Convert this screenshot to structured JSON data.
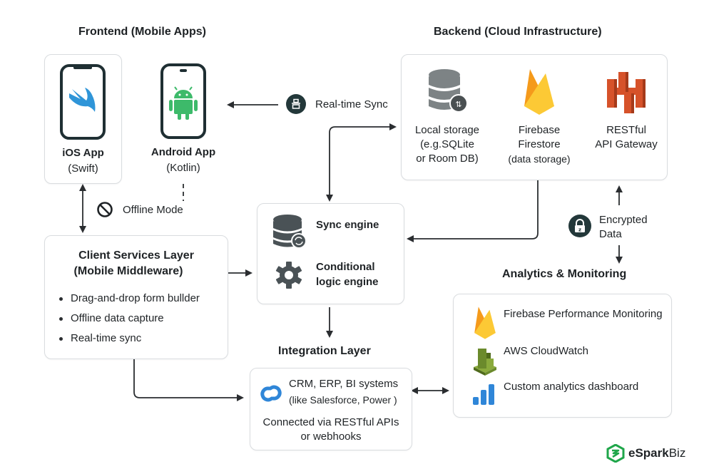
{
  "frontend": {
    "title": "Frontend (Mobile Apps)",
    "ios": {
      "name": "iOS App",
      "lang": "(Swift)",
      "icon": "swift-icon"
    },
    "android": {
      "name": "Android App",
      "lang": "(Kotlin)",
      "icon": "android-icon"
    }
  },
  "backend": {
    "title": "Backend (Cloud Infrastructure)",
    "items": [
      {
        "line1": "Local storage",
        "line2": "(e.g.SQLite",
        "line3": "or Room DB)",
        "icon": "database-sync-icon"
      },
      {
        "line1": "Firebase",
        "line2": "Firestore",
        "line3": "(data storage)",
        "icon": "firebase-icon"
      },
      {
        "line1": "RESTful",
        "line2": "API Gateway",
        "line3": "",
        "icon": "api-gateway-icon"
      }
    ]
  },
  "connectors": {
    "realtime_sync": "Real-time Sync",
    "offline_mode": "Offline Mode",
    "encrypted_line1": "Encrypted",
    "encrypted_line2": "Data"
  },
  "client_services": {
    "title_line1": "Client Services Layer",
    "title_line2": "(Mobile Middleware)",
    "bullets": [
      "Drag-and-drop form bullder",
      "Offline data capture",
      "Real-time sync"
    ]
  },
  "engine": {
    "sync": "Sync engine",
    "conditional_line1": "Conditional",
    "conditional_line2": "logic engine"
  },
  "integration": {
    "title": "Integration Layer",
    "line1": "CRM, ERP, BI systems",
    "line2": "(like Salesforce, Power )",
    "line3": "Connected via RESTful APIs",
    "line4": "or webhooks"
  },
  "analytics": {
    "title": "Analytics & Monitoring",
    "items": [
      {
        "label": "Firebase Performance Monitoring",
        "icon": "firebase-icon"
      },
      {
        "label": "AWS CloudWatch",
        "icon": "cloudwatch-icon"
      },
      {
        "label": "Custom analytics dashboard",
        "icon": "bar-chart-icon"
      }
    ]
  },
  "brand": {
    "name_part1": "eSpark",
    "name_part2": "Biz",
    "color": "#1fa64a"
  },
  "colors": {
    "swift": "#2f95d8",
    "android": "#3dba6a",
    "firebase_orange": "#f59a1b",
    "firebase_yellow": "#fcc935",
    "aws_red": "#d6522a",
    "cloudwatch_green": "#6b8a2c",
    "chart_blue": "#2f86d8",
    "dark_badge": "#23383a"
  }
}
